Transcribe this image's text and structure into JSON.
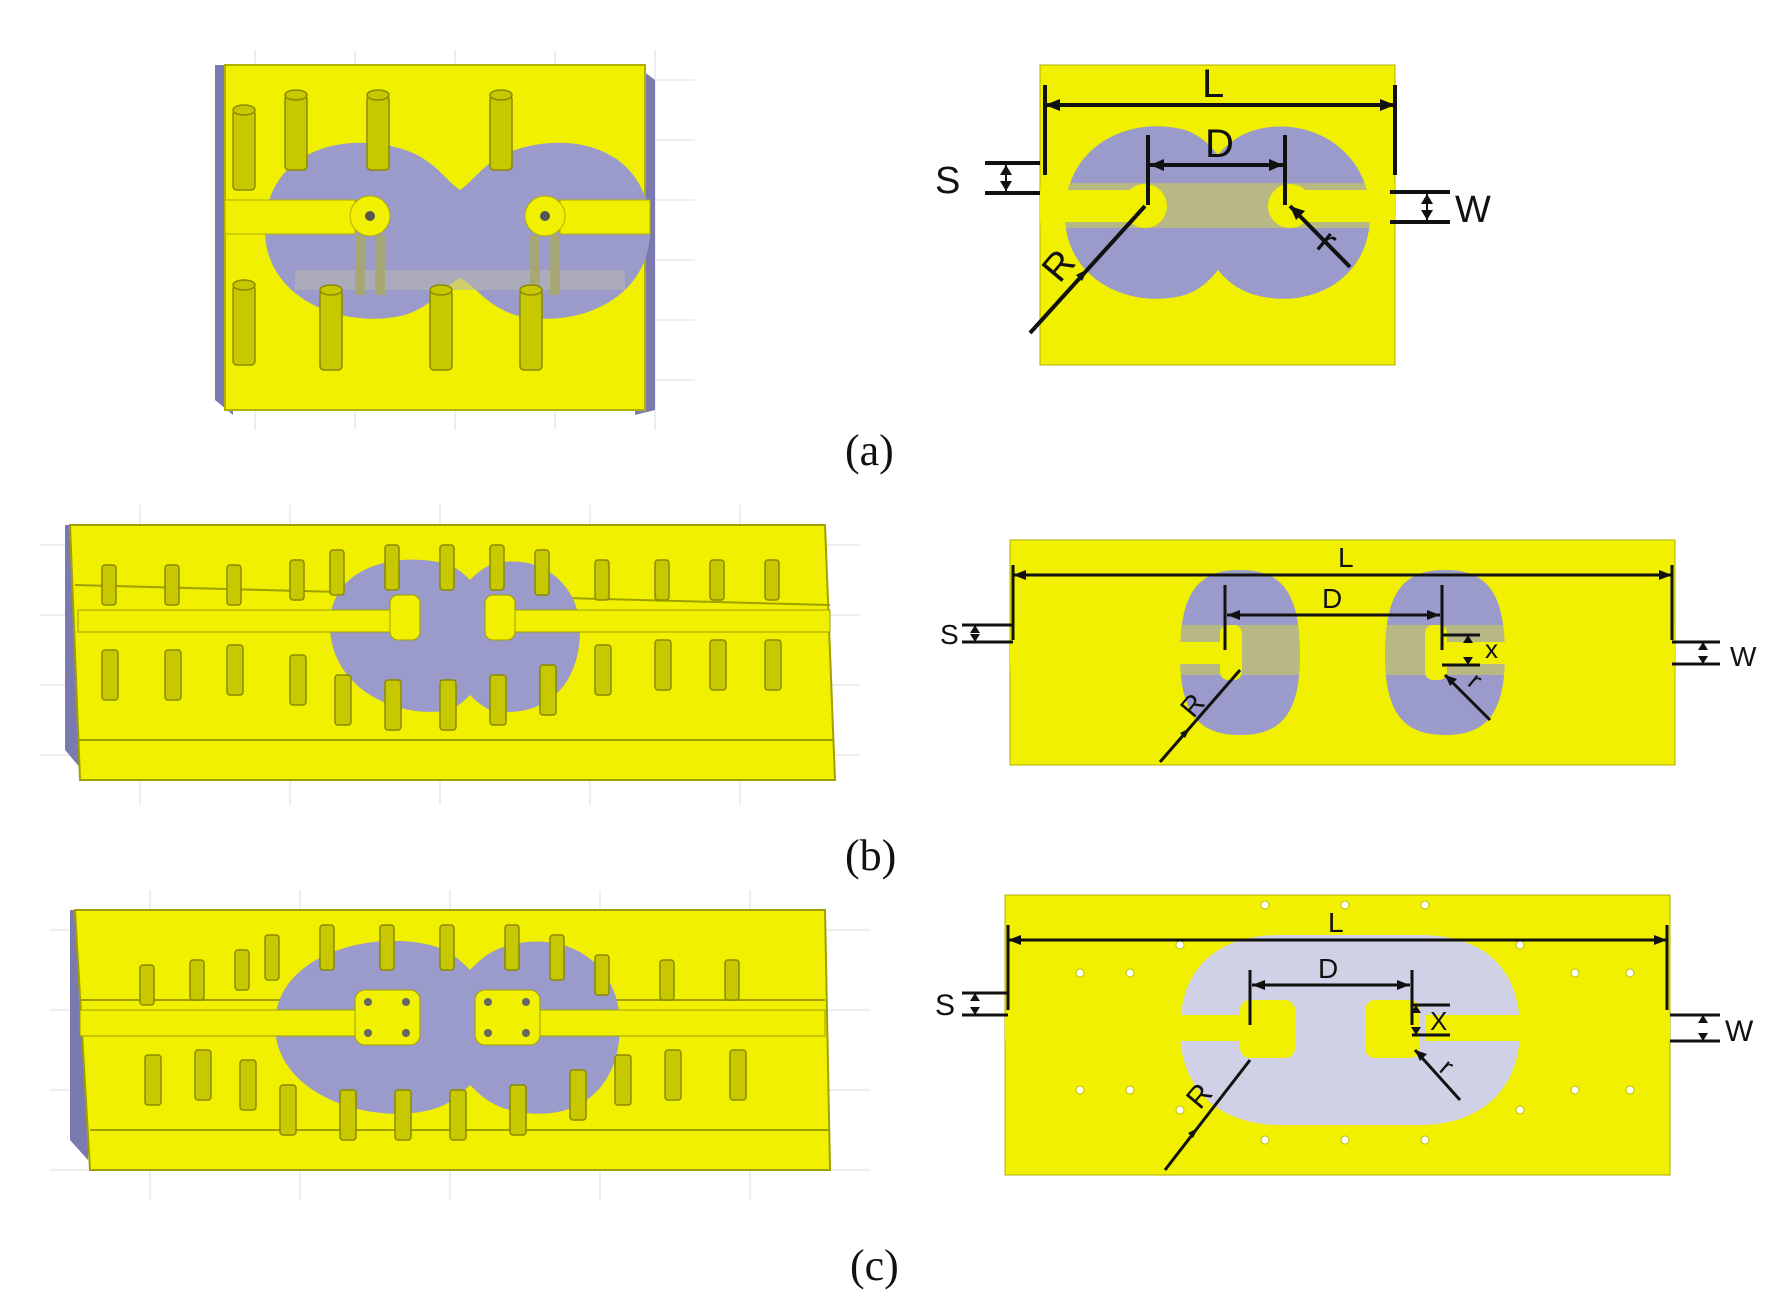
{
  "colors": {
    "metal": "#f2f200",
    "metal_dark": "#c9c900",
    "metal_edge": "#8a8a00",
    "cavity": "#9a9acb",
    "cavity_light": "#c8c8e2",
    "side": "#7070aa",
    "line": "#111111",
    "grid": "#d8d8d8"
  },
  "captions": [
    "(a)",
    "(b)",
    "(c)"
  ],
  "labels": {
    "a": {
      "L": "L",
      "D": "D",
      "S": "S",
      "W": "W",
      "R": "R",
      "r": "r"
    },
    "b": {
      "L": "L",
      "D": "D",
      "S": "S",
      "W": "W",
      "R": "R",
      "r": "r",
      "x": "x"
    },
    "c": {
      "L": "L",
      "D": "D",
      "S": "S",
      "W": "W",
      "R": "R",
      "r": "r",
      "x": "X"
    }
  }
}
